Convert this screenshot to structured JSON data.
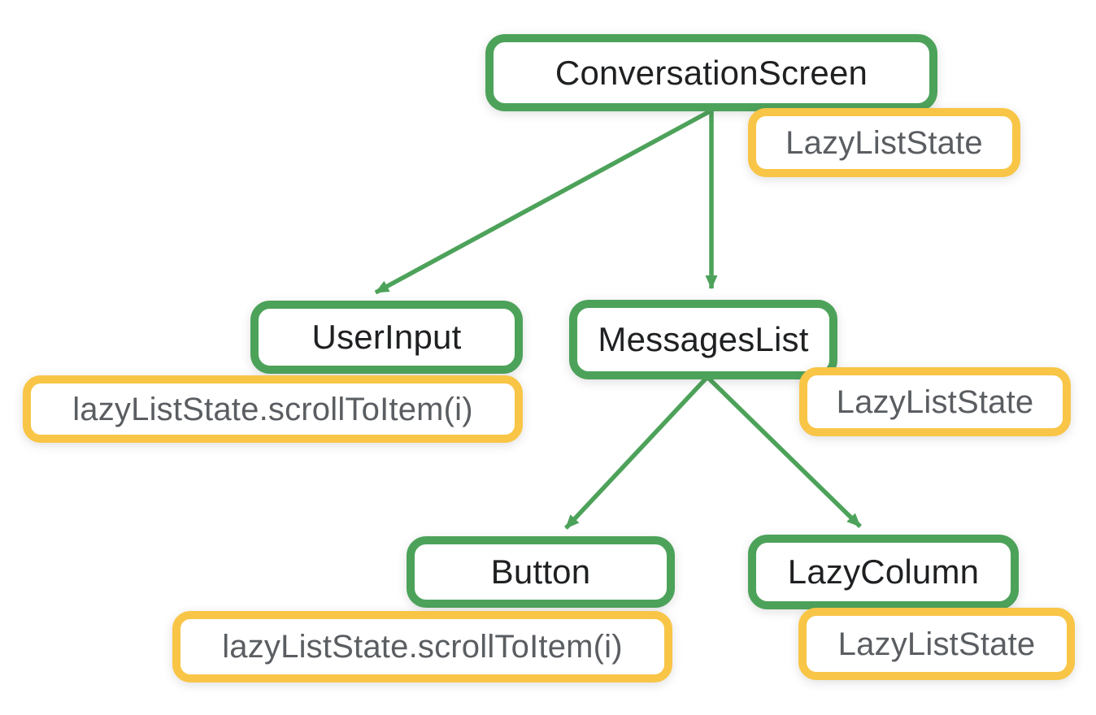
{
  "diagram": {
    "description": "Composable tree with hoisted LazyListState",
    "nodes": {
      "conversation_screen": {
        "label": "ConversationScreen",
        "kind": "composable"
      },
      "conversation_screen_state": {
        "label": "LazyListState",
        "kind": "state"
      },
      "user_input": {
        "label": "UserInput",
        "kind": "composable"
      },
      "user_input_call": {
        "label": "lazyListState.scrollToItem(i)",
        "kind": "state"
      },
      "messages_list": {
        "label": "MessagesList",
        "kind": "composable"
      },
      "messages_list_state": {
        "label": "LazyListState",
        "kind": "state"
      },
      "button": {
        "label": "Button",
        "kind": "composable"
      },
      "button_call": {
        "label": "lazyListState.scrollToItem(i)",
        "kind": "state"
      },
      "lazy_column": {
        "label": "LazyColumn",
        "kind": "composable"
      },
      "lazy_column_state": {
        "label": "LazyListState",
        "kind": "state"
      }
    },
    "edges": [
      {
        "from": "ConversationScreen",
        "to": "UserInput"
      },
      {
        "from": "ConversationScreen",
        "to": "MessagesList"
      },
      {
        "from": "MessagesList",
        "to": "Button"
      },
      {
        "from": "MessagesList",
        "to": "LazyColumn"
      }
    ],
    "colors": {
      "composable_border": "#4DA25A",
      "state_border": "#F8C546",
      "composable_text": "#1E2022",
      "state_text": "#5A5D61",
      "arrow": "#4DA25A"
    }
  }
}
